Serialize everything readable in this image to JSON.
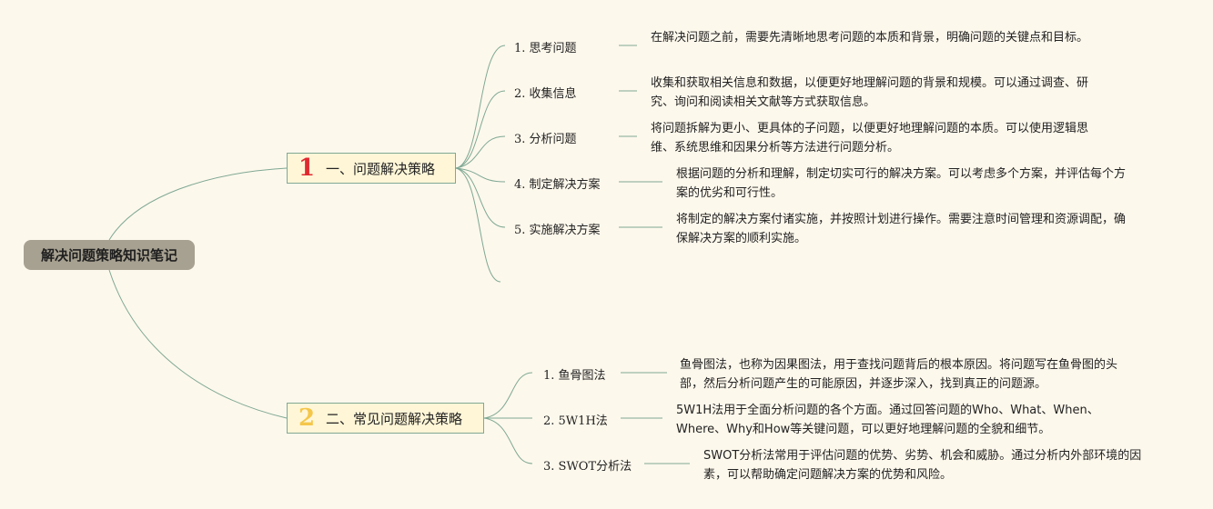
{
  "root": {
    "label": "解决问题策略知识笔记"
  },
  "branches": [
    {
      "number": "1",
      "label": "一、问题解决策略",
      "items": [
        {
          "title": "1. 思考问题",
          "desc": "在解决问题之前，需要先清晰地思考问题的本质和背景，明确问题的关键点和目标。"
        },
        {
          "title": "2. 收集信息",
          "desc": "收集和获取相关信息和数据，以便更好地理解问题的背景和规模。可以通过调查、研究、询问和阅读相关文献等方式获取信息。"
        },
        {
          "title": "3. 分析问题",
          "desc": "将问题拆解为更小、更具体的子问题，以便更好地理解问题的本质。可以使用逻辑思维、系统思维和因果分析等方法进行问题分析。"
        },
        {
          "title": "4. 制定解决方案",
          "desc": "根据问题的分析和理解，制定切实可行的解决方案。可以考虑多个方案，并评估每个方案的优劣和可行性。"
        },
        {
          "title": "5. 实施解决方案",
          "desc": "将制定的解决方案付诸实施，并按照计划进行操作。需要注意时间管理和资源调配，确保解决方案的顺利实施。"
        }
      ]
    },
    {
      "number": "2",
      "label": "二、常见问题解决策略",
      "items": [
        {
          "title": "1. 鱼骨图法",
          "desc": "鱼骨图法，也称为因果图法，用于查找问题背后的根本原因。将问题写在鱼骨图的头部，然后分析问题产生的可能原因，并逐步深入，找到真正的问题源。"
        },
        {
          "title": "2. 5W1H法",
          "desc": "5W1H法用于全面分析问题的各个方面。通过回答问题的Who、What、When、Where、Why和How等关键问题，可以更好地理解问题的全貌和细节。"
        },
        {
          "title": "3. SWOT分析法",
          "desc": "SWOT分析法常用于评估问题的优势、劣势、机会和威胁。通过分析内外部环境的因素，可以帮助确定问题解决方案的优势和风险。"
        }
      ]
    }
  ],
  "colors": {
    "line": "#7fa894",
    "background": "#fdf8ec"
  }
}
